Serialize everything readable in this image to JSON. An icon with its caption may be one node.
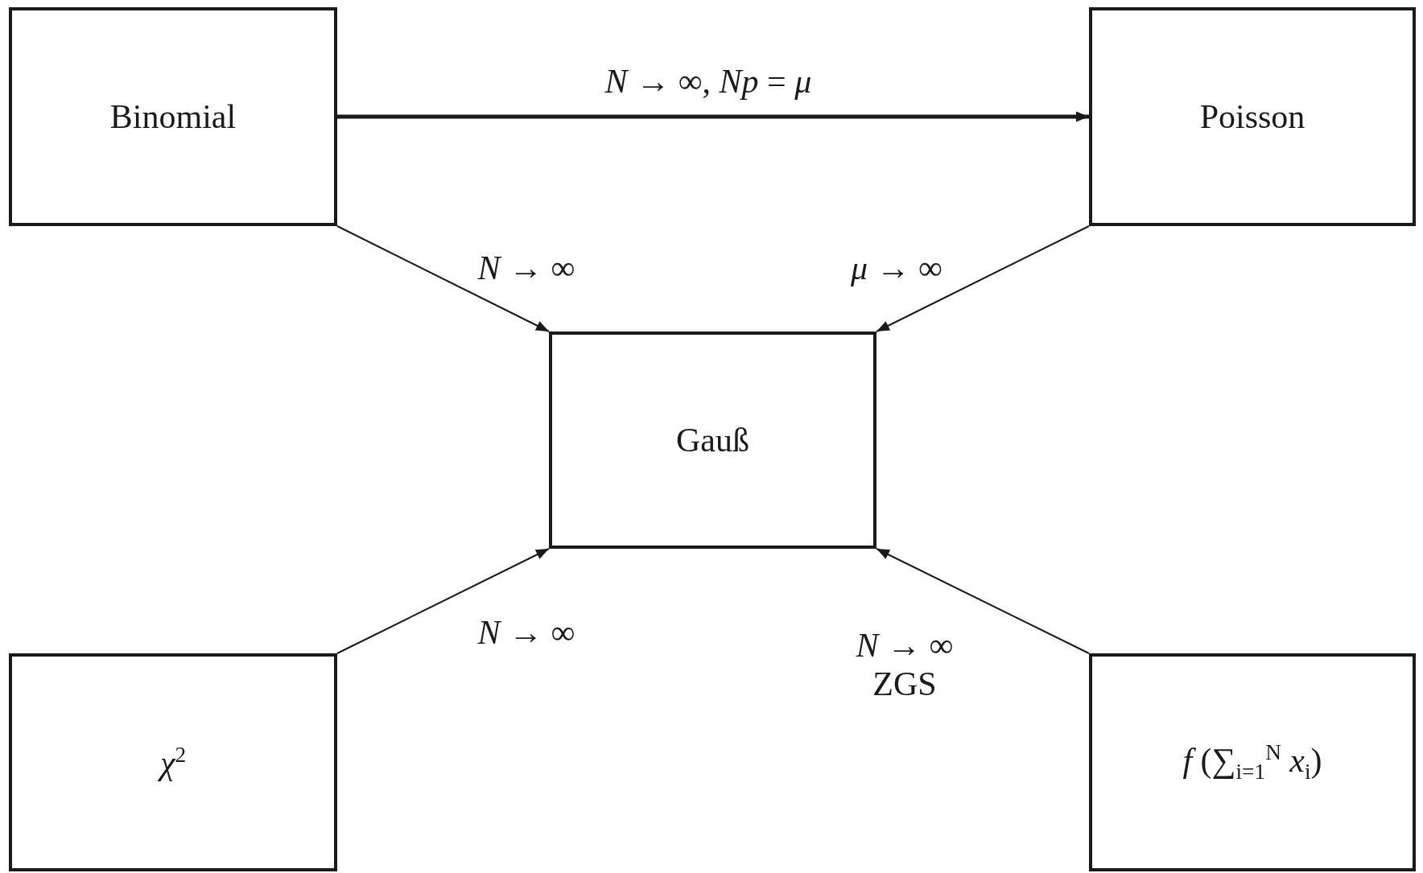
{
  "diagram": {
    "nodes": [
      {
        "text": [
          "Binomial"
        ]
      },
      {
        "text": [
          "Poisson"
        ]
      },
      {
        "text": [
          "Gauß"
        ]
      },
      {
        "text": [
          "*χ*$^{2}$"
        ]
      },
      {
        "text": [
          "*f* (∑$_{i=1}$$^{N}$ *x*$_{i}$)"
        ]
      }
    ],
    "edges": [
      {
        "from": 0,
        "to": 1,
        "arrow": "to",
        "label": "*N* → ∞, *Np* = *μ*",
        "style": "thick"
      },
      {
        "from": 0,
        "to": 2,
        "arrow": "to",
        "label": "*N* → ∞"
      },
      {
        "from": 1,
        "to": 2,
        "arrow": "to",
        "label": "*μ* → ∞"
      },
      {
        "from": 3,
        "to": 2,
        "arrow": "to",
        "label": "*N* → ∞"
      },
      {
        "from": 4,
        "to": 2,
        "arrow": "to",
        "label": "*N* → ∞ ZGS"
      }
    ]
  }
}
